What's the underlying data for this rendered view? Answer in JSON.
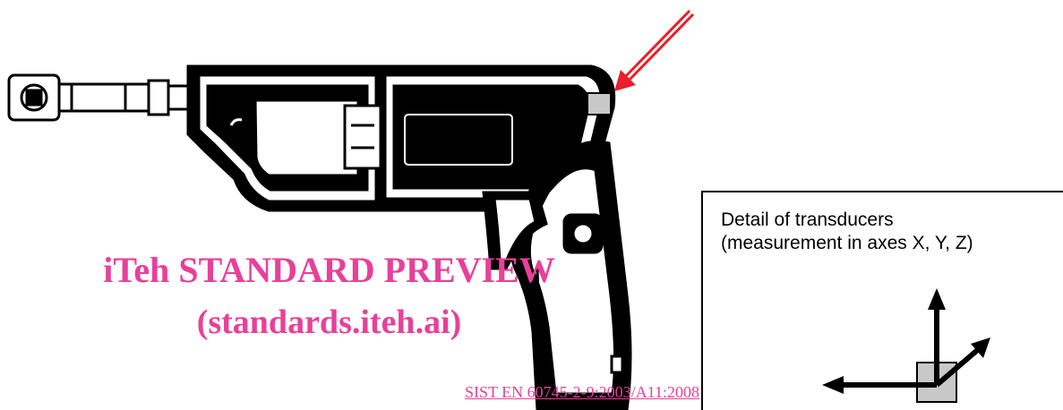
{
  "detail": {
    "title": "Detail of transducers",
    "subtitle": "(measurement in axes X, Y, Z)"
  },
  "watermark": {
    "line1": "iTeh STANDARD PREVIEW",
    "line2": "(standards.iteh.ai)",
    "line3": "SIST EN 60745-2-9:2003/A11:2008"
  },
  "colors": {
    "watermark": "#e8409a",
    "pointer_arrow": "#e8202a",
    "transducer": "#c8c8c8",
    "ink": "#000000"
  },
  "icons": [
    "drill-illustration",
    "pointer-arrow-icon",
    "transducer-block",
    "xyz-axes-icon"
  ]
}
